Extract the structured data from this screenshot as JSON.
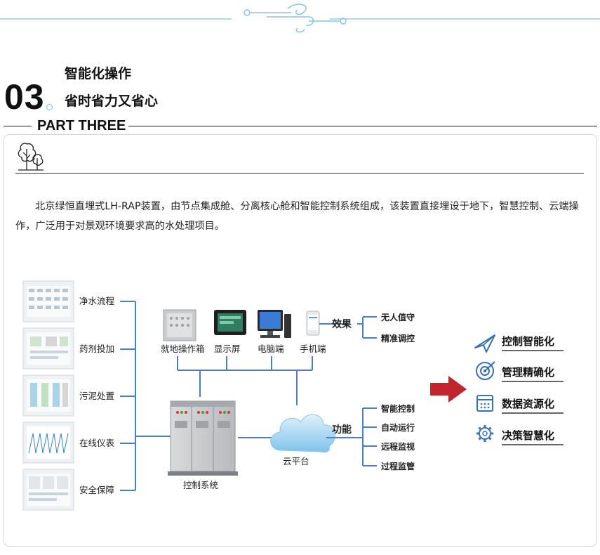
{
  "section": {
    "number": "03",
    "title_line1": "智能化操作",
    "title_line2": "省时省力又省心",
    "part_label": "PART THREE"
  },
  "intro_text": "北京绿恒直埋式LH-RAP装置，由节点集成舱、分离核心舱和智能控制系统组成，该装置直接埋设于地下，智慧控制、云端操作，广泛用于对景观环境要求高的水处理项目。",
  "diagram": {
    "left_items": [
      "净水流程",
      "药剂投加",
      "污泥处置",
      "在线仪表",
      "安全保障"
    ],
    "devices": [
      "就地操作箱",
      "显示屏",
      "电脑端",
      "手机端"
    ],
    "control_label": "控制系统",
    "cloud_label": "云平台",
    "effect": {
      "label": "效果",
      "items": [
        "无人值守",
        "精准调控"
      ]
    },
    "function": {
      "label": "功能",
      "items": [
        "智能控制",
        "自动运行",
        "远程监视",
        "过程监管"
      ]
    },
    "results": [
      {
        "label": "控制智能化",
        "icon": "paper-plane-icon"
      },
      {
        "label": "管理精确化",
        "icon": "target-icon"
      },
      {
        "label": "数据资源化",
        "icon": "calendar-grid-icon"
      },
      {
        "label": "决策智慧化",
        "icon": "gear-icon"
      }
    ]
  },
  "colors": {
    "accent_blue": "#3a6fb2",
    "arrow_red": "#c0262c",
    "line_blue": "#4a7fc1",
    "deco_blue": "#8cc3dd"
  }
}
